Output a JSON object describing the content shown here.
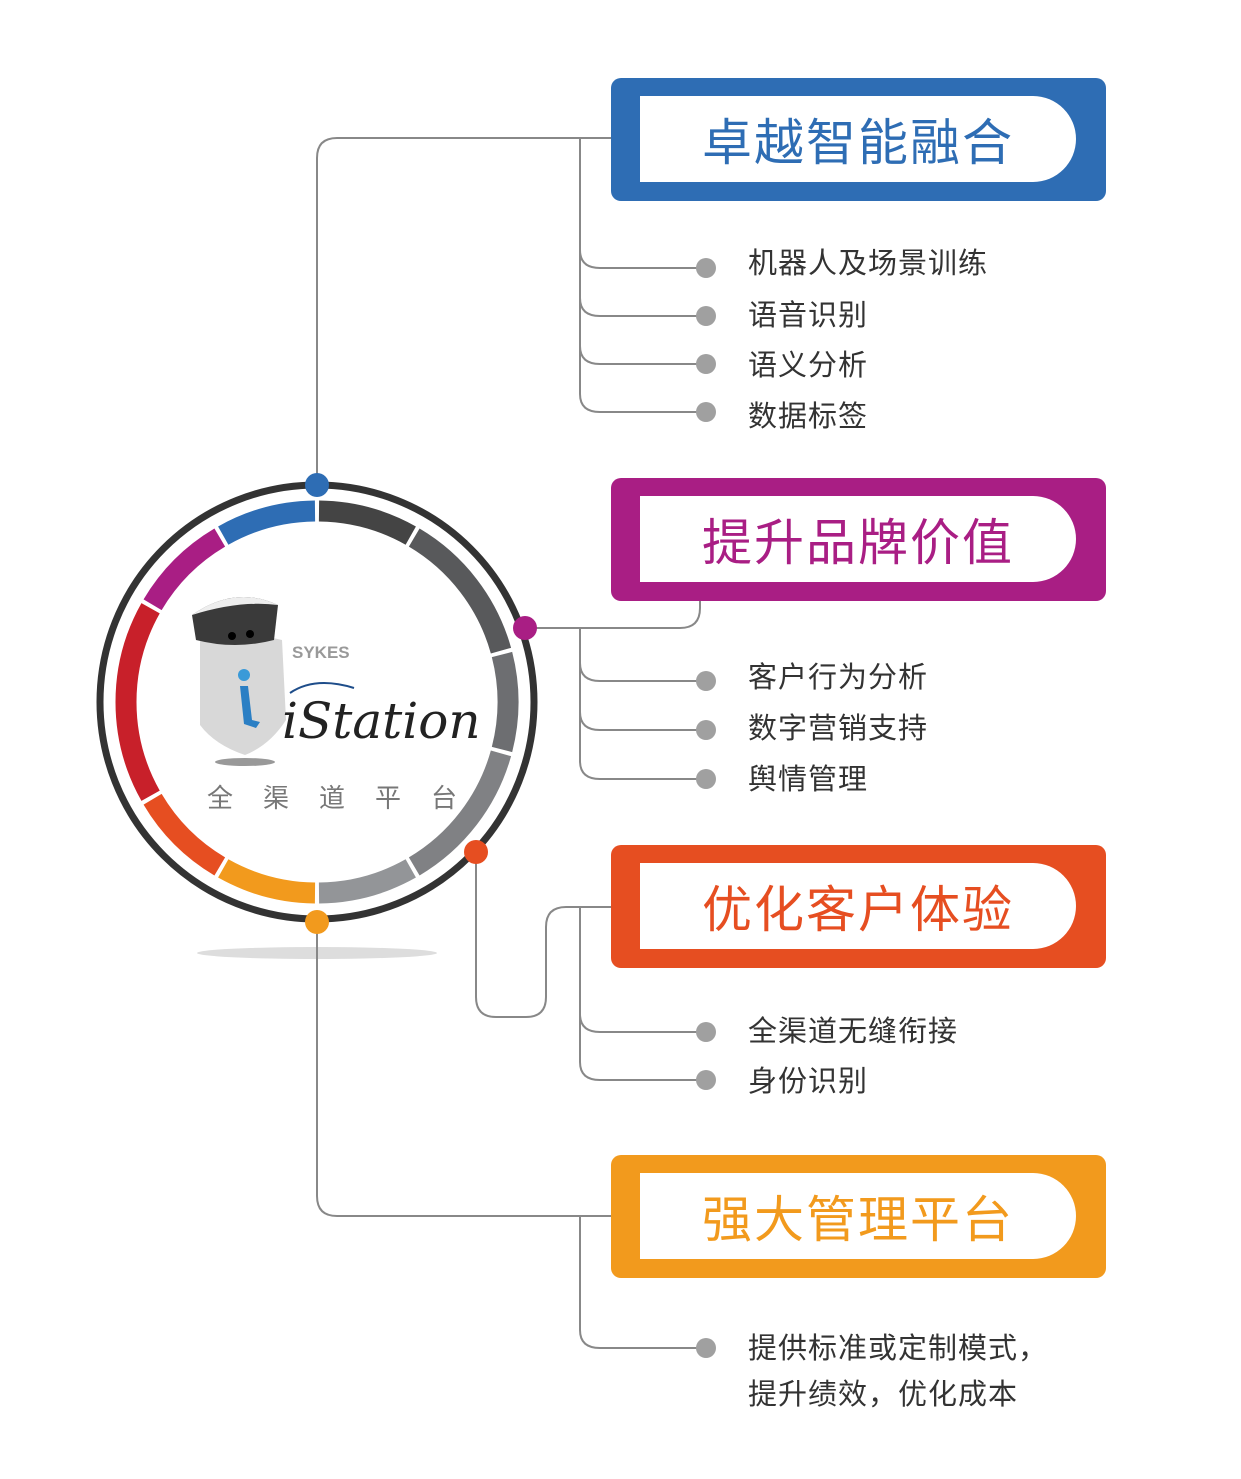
{
  "center": {
    "brand": "SYKES",
    "logo": "iStation",
    "subtitle": [
      "全",
      "渠",
      "道",
      "平",
      "台"
    ]
  },
  "sections": [
    {
      "title": "卓越智能融合",
      "color": "#2e6db4",
      "items": [
        "机器人及场景训练",
        "语音识别",
        "语义分析",
        "数据标签"
      ]
    },
    {
      "title": "提升品牌价值",
      "color": "#a91e84",
      "items": [
        "客户行为分析",
        "数字营销支持",
        "舆情管理"
      ]
    },
    {
      "title": "优化客户体验",
      "color": "#e64e21",
      "items": [
        "全渠道无缝衔接",
        "身份识别"
      ]
    },
    {
      "title": "强大管理平台",
      "color": "#f29a1d",
      "items": [
        "提供标准或定制模式，",
        "提升绩效，优化成本"
      ]
    }
  ]
}
